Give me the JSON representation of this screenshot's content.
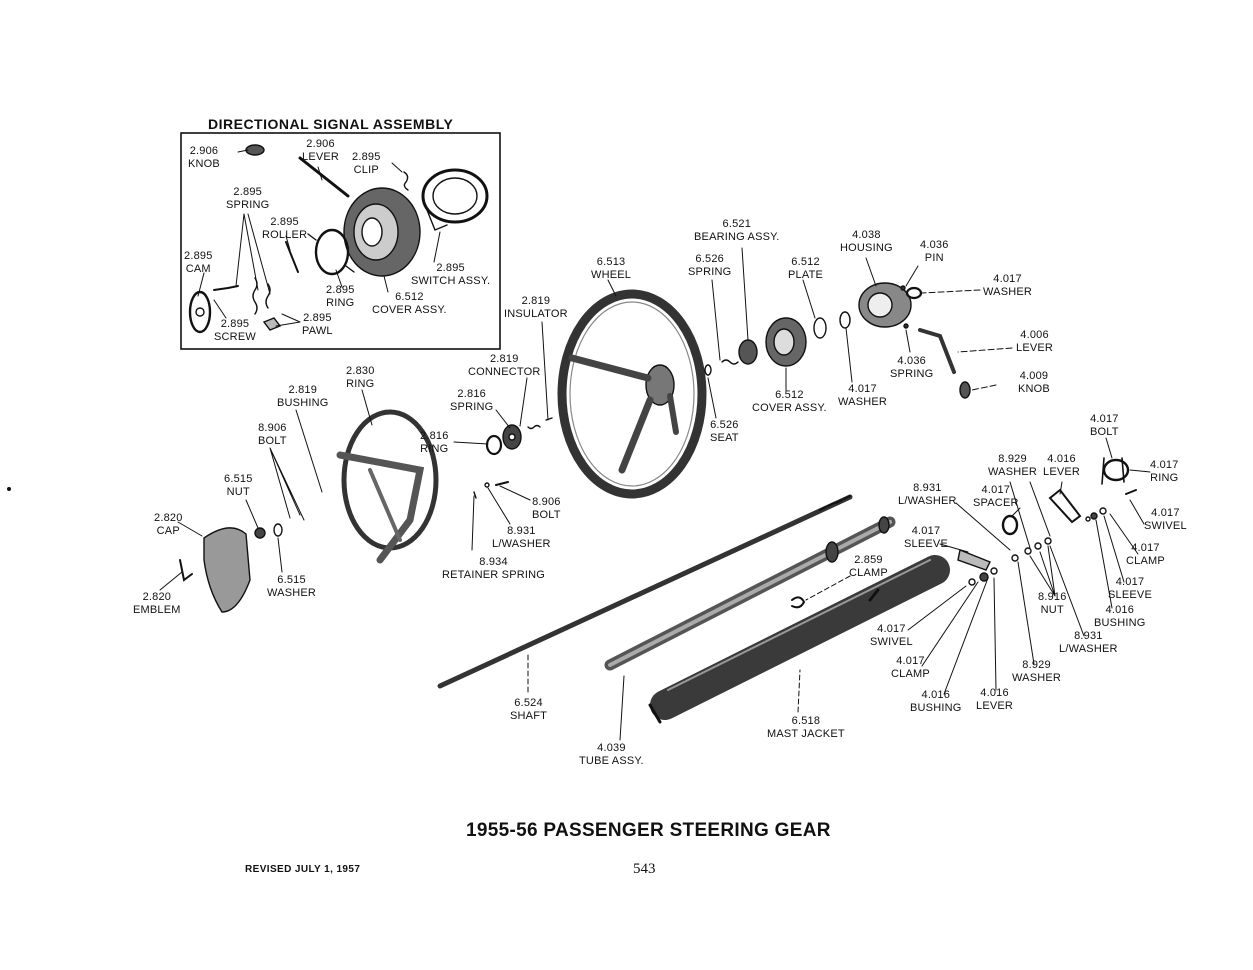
{
  "inset_title": "DIRECTIONAL SIGNAL ASSEMBLY",
  "title": "1955-56 PASSENGER STEERING GEAR",
  "revised": "REVISED JULY 1, 1957",
  "page_number": "543",
  "labels": [
    {
      "id": "knob-2906",
      "lines": [
        "2.906",
        "KNOB"
      ]
    },
    {
      "id": "lever-2906",
      "lines": [
        "2.906",
        "LEVER"
      ]
    },
    {
      "id": "clip-2895",
      "lines": [
        "2.895",
        "CLIP"
      ]
    },
    {
      "id": "spring-2895",
      "lines": [
        "2.895",
        "SPRING"
      ]
    },
    {
      "id": "roller-2895",
      "lines": [
        "2.895",
        "ROLLER"
      ]
    },
    {
      "id": "cam-2895",
      "lines": [
        "2.895",
        "CAM"
      ]
    },
    {
      "id": "ring-2895",
      "lines": [
        "2.895",
        "RING"
      ]
    },
    {
      "id": "cover-6512-inset",
      "lines": [
        "6.512",
        "COVER ASSY."
      ]
    },
    {
      "id": "switch-2895",
      "lines": [
        "2.895",
        "SWITCH ASSY."
      ]
    },
    {
      "id": "screw-2895",
      "lines": [
        "2.895",
        "SCREW"
      ]
    },
    {
      "id": "pawl-2895",
      "lines": [
        "2.895",
        "PAWL"
      ]
    },
    {
      "id": "bearing-6521",
      "lines": [
        "6.521",
        "BEARING ASSY."
      ]
    },
    {
      "id": "spring-6526",
      "lines": [
        "6.526",
        "SPRING"
      ]
    },
    {
      "id": "wheel-6513",
      "lines": [
        "6.513",
        "WHEEL"
      ]
    },
    {
      "id": "plate-6512",
      "lines": [
        "6.512",
        "PLATE"
      ]
    },
    {
      "id": "housing-4038",
      "lines": [
        "4.038",
        "HOUSING"
      ]
    },
    {
      "id": "pin-4036",
      "lines": [
        "4.036",
        "PIN"
      ]
    },
    {
      "id": "washer-4017-a",
      "lines": [
        "4.017",
        "WASHER"
      ]
    },
    {
      "id": "insulator-2819",
      "lines": [
        "2.819",
        "INSULATOR"
      ]
    },
    {
      "id": "lever-4006",
      "lines": [
        "4.006",
        "LEVER"
      ]
    },
    {
      "id": "spring-4036",
      "lines": [
        "4.036",
        "SPRING"
      ]
    },
    {
      "id": "connector-2819",
      "lines": [
        "2.819",
        "CONNECTOR"
      ]
    },
    {
      "id": "ring-2830",
      "lines": [
        "2.830",
        "RING"
      ]
    },
    {
      "id": "cover-6512",
      "lines": [
        "6.512",
        "COVER ASSY."
      ]
    },
    {
      "id": "washer-4017-b",
      "lines": [
        "4.017",
        "WASHER"
      ]
    },
    {
      "id": "knob-4009",
      "lines": [
        "4.009",
        "KNOB"
      ]
    },
    {
      "id": "bushing-2819",
      "lines": [
        "2.819",
        "BUSHING"
      ]
    },
    {
      "id": "spring-2816",
      "lines": [
        "2.816",
        "SPRING"
      ]
    },
    {
      "id": "seat-6526",
      "lines": [
        "6.526",
        "SEAT"
      ]
    },
    {
      "id": "bolt-4017",
      "lines": [
        "4.017",
        "BOLT"
      ]
    },
    {
      "id": "bolt-8906-a",
      "lines": [
        "8.906",
        "BOLT"
      ]
    },
    {
      "id": "ring-2816",
      "lines": [
        "2.816",
        "RING"
      ]
    },
    {
      "id": "washer-8929-a",
      "lines": [
        "8.929",
        "WASHER"
      ]
    },
    {
      "id": "lever-4016-a",
      "lines": [
        "4.016",
        "LEVER"
      ]
    },
    {
      "id": "ring-4017",
      "lines": [
        "4.017",
        "RING"
      ]
    },
    {
      "id": "nut-6515",
      "lines": [
        "6.515",
        "NUT"
      ]
    },
    {
      "id": "lwasher-8931-a",
      "lines": [
        "8.931",
        "L/WASHER"
      ]
    },
    {
      "id": "spacer-4017",
      "lines": [
        "4.017",
        "SPACER"
      ]
    },
    {
      "id": "bolt-8906-b",
      "lines": [
        "8.906",
        "BOLT"
      ]
    },
    {
      "id": "swivel-4017-a",
      "lines": [
        "4.017",
        "SWIVEL"
      ]
    },
    {
      "id": "cap-2820",
      "lines": [
        "2.820",
        "CAP"
      ]
    },
    {
      "id": "lwasher-8931-b",
      "lines": [
        "8.931",
        "L/WASHER"
      ]
    },
    {
      "id": "sleeve-4017-a",
      "lines": [
        "4.017",
        "SLEEVE"
      ]
    },
    {
      "id": "clamp-4017-a",
      "lines": [
        "4.017",
        "CLAMP"
      ]
    },
    {
      "id": "clamp-2859",
      "lines": [
        "2.859",
        "CLAMP"
      ]
    },
    {
      "id": "retainer-8934",
      "lines": [
        "8.934",
        "RETAINER SPRING"
      ]
    },
    {
      "id": "sleeve-4017-b",
      "lines": [
        "4.017",
        "SLEEVE"
      ]
    },
    {
      "id": "washer-6515",
      "lines": [
        "6.515",
        "WASHER"
      ]
    },
    {
      "id": "emblem-2820",
      "lines": [
        "2.820",
        "EMBLEM"
      ]
    },
    {
      "id": "nut-8916",
      "lines": [
        "8.916",
        "NUT"
      ]
    },
    {
      "id": "bushing-4016-a",
      "lines": [
        "4.016",
        "BUSHING"
      ]
    },
    {
      "id": "swivel-4017-b",
      "lines": [
        "4.017",
        "SWIVEL"
      ]
    },
    {
      "id": "lwasher-8931-c",
      "lines": [
        "8.931",
        "L/WASHER"
      ]
    },
    {
      "id": "clamp-4017-b",
      "lines": [
        "4.017",
        "CLAMP"
      ]
    },
    {
      "id": "washer-8929-b",
      "lines": [
        "8.929",
        "WASHER"
      ]
    },
    {
      "id": "bushing-4016-b",
      "lines": [
        "4.016",
        "BUSHING"
      ]
    },
    {
      "id": "lever-4016-b",
      "lines": [
        "4.016",
        "LEVER"
      ]
    },
    {
      "id": "shaft-6524",
      "lines": [
        "6.524",
        "SHAFT"
      ]
    },
    {
      "id": "mast-6518",
      "lines": [
        "6.518",
        "MAST JACKET"
      ]
    },
    {
      "id": "tube-4039",
      "lines": [
        "4.039",
        "TUBE ASSY."
      ]
    }
  ]
}
